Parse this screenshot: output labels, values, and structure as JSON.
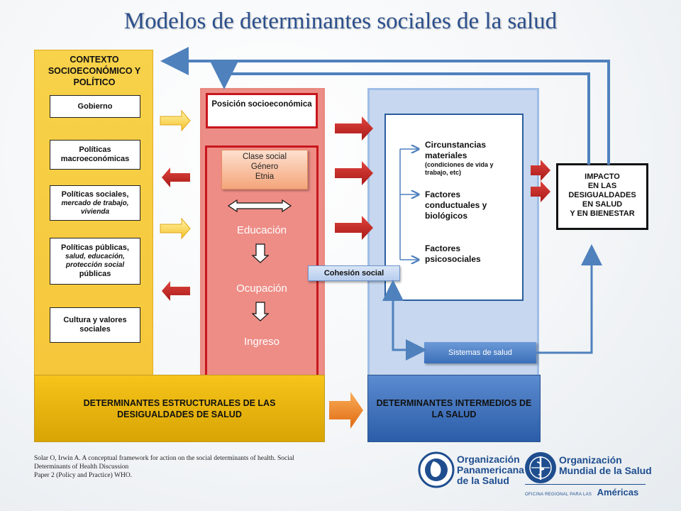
{
  "title": "Modelos de determinantes sociales de la salud",
  "context": {
    "heading": "CONTEXTO SOCIOECONÓMICO Y POLÍTICO",
    "boxes": [
      {
        "main": "Gobierno",
        "sub": ""
      },
      {
        "main": "Políticas macroeconómicas",
        "sub": ""
      },
      {
        "main": "Políticas sociales,",
        "sub": "mercado de trabajo, vivienda"
      },
      {
        "main": "Políticas públicas,",
        "sub": "salud, educación, protección social",
        "tail": "públicas"
      },
      {
        "main": "Cultura y valores sociales",
        "sub": ""
      }
    ]
  },
  "structural": {
    "position": "Posición socioeconómica",
    "social_class": [
      "Clase social",
      "Género",
      "Etnia"
    ],
    "education": "Educación",
    "occupation": "Ocupación",
    "income": "Ingreso"
  },
  "intermediary": {
    "items": [
      {
        "main": "Circunstancias materiales",
        "sub": "(condiciones de vida y trabajo, etc)"
      },
      {
        "main": "Factores conductuales y biológicos",
        "sub": ""
      },
      {
        "main": "Factores psicosociales",
        "sub": ""
      }
    ],
    "cohesion": "Cohesión social",
    "health_systems": "Sistemas de salud"
  },
  "impact": [
    "IMPACTO",
    "EN LAS",
    "DESIGUALDADES",
    "EN SALUD",
    "Y EN BIENESTAR"
  ],
  "bottom": {
    "structural": "DETERMINANTES ESTRUCTURALES DE LAS DESIGUALDADES DE SALUD",
    "intermediary": "DETERMINANTES INTERMEDIOS DE LA SALUD"
  },
  "citation": [
    "Solar O, Irwin A. A conceptual framework for action on the social determinants of health. Social",
    "Determinants of Health Discussion",
    "Paper 2 (Policy and Practice) WHO."
  ],
  "logos": {
    "ops": [
      "Organización",
      "Panamericana",
      "de la Salud"
    ],
    "oms": [
      "Organización",
      "Mundial de la Salud"
    ],
    "oms_small": "OFICINA REGIONAL PARA LAS",
    "oms_region": "Américas"
  },
  "colors": {
    "yellow": "#f6c63a",
    "red": "#c8161d",
    "blue": "#2a5d9f",
    "arrow_blue": "#4f81bd",
    "orange": "#f08a24"
  }
}
